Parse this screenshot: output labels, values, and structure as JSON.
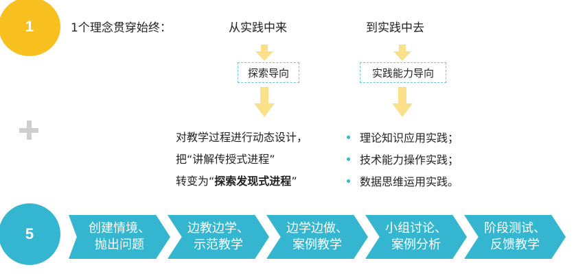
{
  "step_badges": {
    "top": "1",
    "bottom": "5"
  },
  "idea": {
    "label": "1个理念贯穿始终：",
    "left_heading": "从实践中来",
    "right_heading": "到实践中去",
    "left_box": "探索导向",
    "right_box": "实践能力导向"
  },
  "left_text": {
    "line1": "对教学过程进行动态设计，",
    "line2": "把“讲解传授式进程”",
    "line3_prefix": "转变为“",
    "line3_bold": "探索发现式进程",
    "line3_suffix": "”"
  },
  "right_list": [
    "理论知识应用实践；",
    "技术能力操作实践；",
    "数据思维运用实践。"
  ],
  "steps": [
    {
      "line1": "创建情境、",
      "line2": "抛出问题"
    },
    {
      "line1": "边教边学、",
      "line2": "示范教学"
    },
    {
      "line1": "边学边做、",
      "line2": "案例教学"
    },
    {
      "line1": "小组讨论、",
      "line2": "案例分析"
    },
    {
      "line1": "阶段测试、",
      "line2": "反馈教学"
    }
  ],
  "colors": {
    "yellow": "#f7c01f",
    "teal": "#35b6d0",
    "arrow_yellow": "#fbe08a",
    "dashed_border": "#66c4d6",
    "plus_gray": "#cfcfcf"
  },
  "icons": {
    "plus": "plus-icon",
    "arrow": "down-arrow-icon"
  }
}
